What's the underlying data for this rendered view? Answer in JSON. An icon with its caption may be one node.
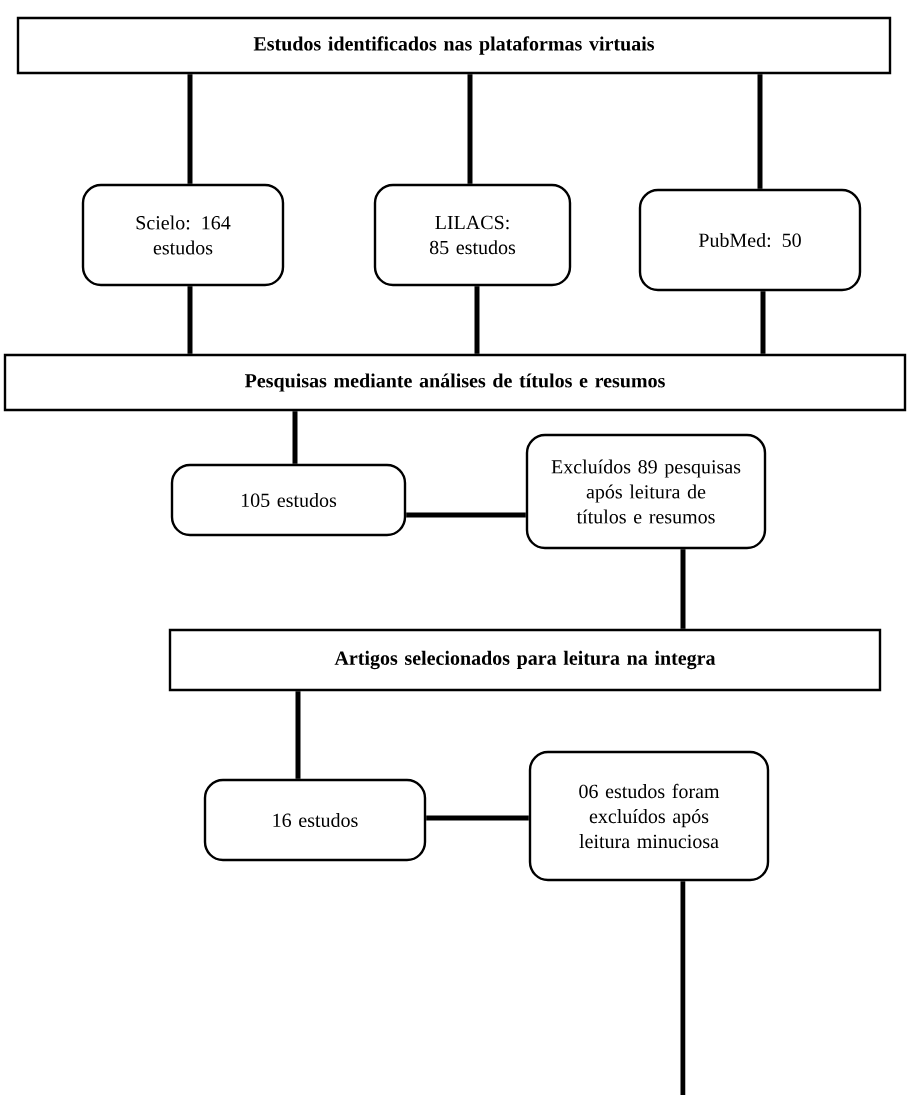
{
  "diagram": {
    "nodes": [
      {
        "text": [
          "Estudos identificados nas plataformas virtuais"
        ]
      },
      {
        "text": [
          "Scielo: 164 estudos"
        ]
      },
      {
        "text": [
          "LILACS: 85 estudos"
        ]
      },
      {
        "text": [
          "PubMed: 50"
        ]
      },
      {
        "text": [
          "Pesquisas mediante análises de títulos e resumos"
        ]
      },
      {
        "text": [
          "105 estudos"
        ]
      },
      {
        "text": [
          "Excluídos 89 pesquisas após leitura de títulos e resumos"
        ]
      },
      {
        "text": [
          "Artigos selecionados para leitura na integra"
        ]
      },
      {
        "text": [
          "16 estudos"
        ]
      },
      {
        "text": [
          "06 estudos foram excluídos após leitura minuciosa"
        ]
      }
    ],
    "edges": [
      {
        "from": 0,
        "to": 1,
        "arrow": "none"
      },
      {
        "from": 0,
        "to": 2,
        "arrow": "none"
      },
      {
        "from": 0,
        "to": 3,
        "arrow": "none"
      },
      {
        "from": 1,
        "to": 4,
        "arrow": "none"
      },
      {
        "from": 2,
        "to": 4,
        "arrow": "none"
      },
      {
        "from": 3,
        "to": 4,
        "arrow": "none"
      },
      {
        "from": 4,
        "to": 5,
        "arrow": "none"
      },
      {
        "from": 5,
        "to": 6,
        "arrow": "none"
      },
      {
        "from": 6,
        "to": 7,
        "arrow": "none"
      },
      {
        "from": 7,
        "to": 8,
        "arrow": "none"
      },
      {
        "from": 8,
        "to": 9,
        "arrow": "none"
      },
      {
        "from": 9,
        "to": null,
        "arrow": "none"
      }
    ]
  }
}
